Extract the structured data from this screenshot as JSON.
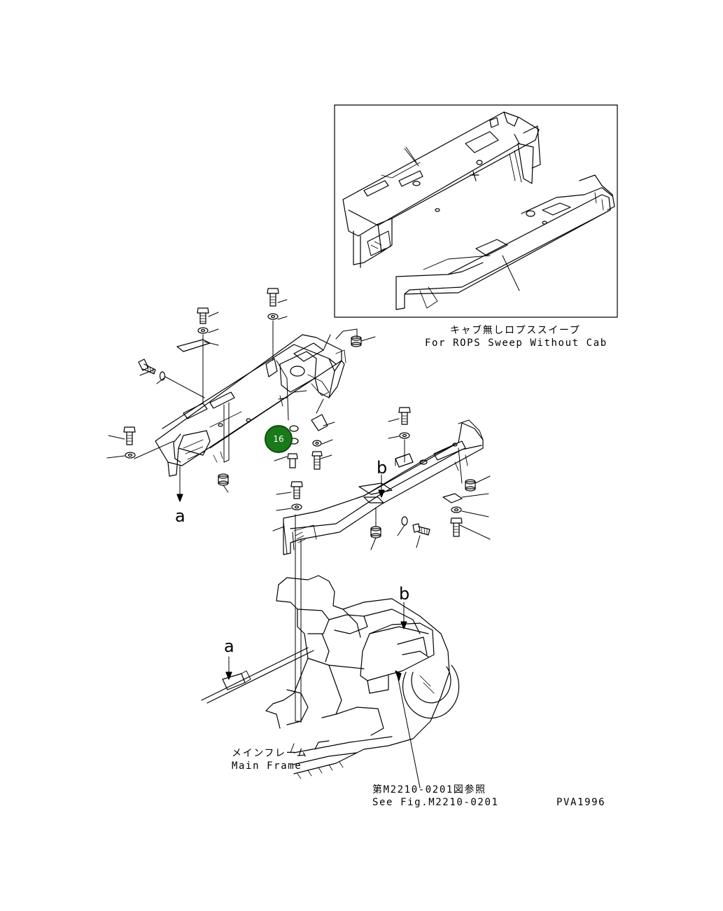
{
  "inset": {
    "caption_jp": "キャブ無しロプススイープ",
    "caption_en": "For ROPS Sweep Without Cab"
  },
  "callout": {
    "number": "16",
    "color": "#1a7a1a"
  },
  "letters": {
    "a_upper": "a",
    "b_upper": "b",
    "a_lower": "a",
    "b_lower": "b"
  },
  "main_frame": {
    "label_jp": "メインフレーム",
    "label_en": "Main Frame"
  },
  "reference": {
    "label_jp": "第M2210-0201図参照",
    "label_en": "See Fig.M2210-0201"
  },
  "drawing_id": "PVA1996"
}
